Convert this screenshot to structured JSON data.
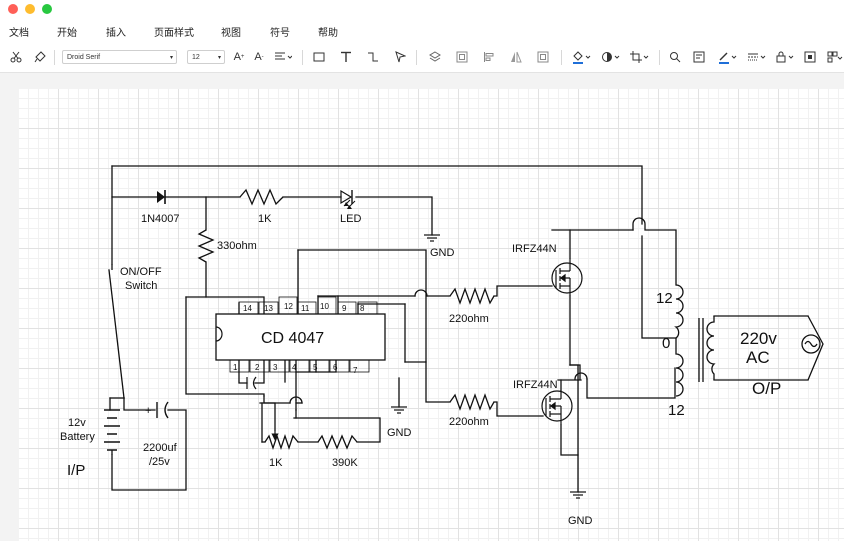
{
  "window": {
    "traffic_lights": [
      "#ff5f57",
      "#febc2e",
      "#28c840"
    ]
  },
  "menu": [
    "文档",
    "开始",
    "插入",
    "页面样式",
    "视图",
    "符号",
    "帮助"
  ],
  "toolbar": {
    "font_family": "Droid Serif",
    "font_size": "12",
    "icons": [
      "cut-icon",
      "format-painter-icon",
      "font-size-up-icon",
      "font-size-down-icon",
      "align-icon",
      "rectangle-icon",
      "text-icon",
      "connector-icon",
      "pointer-icon",
      "layers-icon",
      "group-icon",
      "align-left-icon",
      "flip-icon",
      "fit-icon",
      "fill-color-icon",
      "shadow-icon",
      "crop-icon",
      "search-icon",
      "edit-image-icon",
      "line-color-icon",
      "line-style-icon",
      "lock-icon",
      "frame-icon",
      "more-icon"
    ]
  },
  "diagram": {
    "ic": {
      "name": "CD 4047",
      "top_pins": [
        "14",
        "13",
        "12",
        "11",
        "10",
        "9",
        "8"
      ],
      "bottom_pins": [
        "1",
        "2",
        "3",
        "4",
        "5",
        "6",
        "7"
      ]
    },
    "labels": {
      "diode": "1N4007",
      "resistor_1k_top": "1K",
      "led": "LED",
      "gnd_top": "GND",
      "resistor_330": "330ohm",
      "switch_line1": "ON/OFF",
      "switch_line2": "Switch",
      "battery_line1": "12v",
      "battery_line2": "Battery",
      "input": "I/P",
      "plus": "+",
      "cap_line1": "2200uf",
      "cap_line2": "/25v",
      "pot": "1K",
      "resistor_390k": "390K",
      "gnd_ic": "GND",
      "gate_r1": "220ohm",
      "gate_r2": "220ohm",
      "mosfet1": "IRFZ44N",
      "mosfet2": "IRFZ44N",
      "gnd_bottom": "GND",
      "tap_top": "12",
      "tap_center": "0",
      "tap_bottom": "12",
      "output_voltage": "220v",
      "output_type": "AC",
      "output": "O/P"
    }
  }
}
